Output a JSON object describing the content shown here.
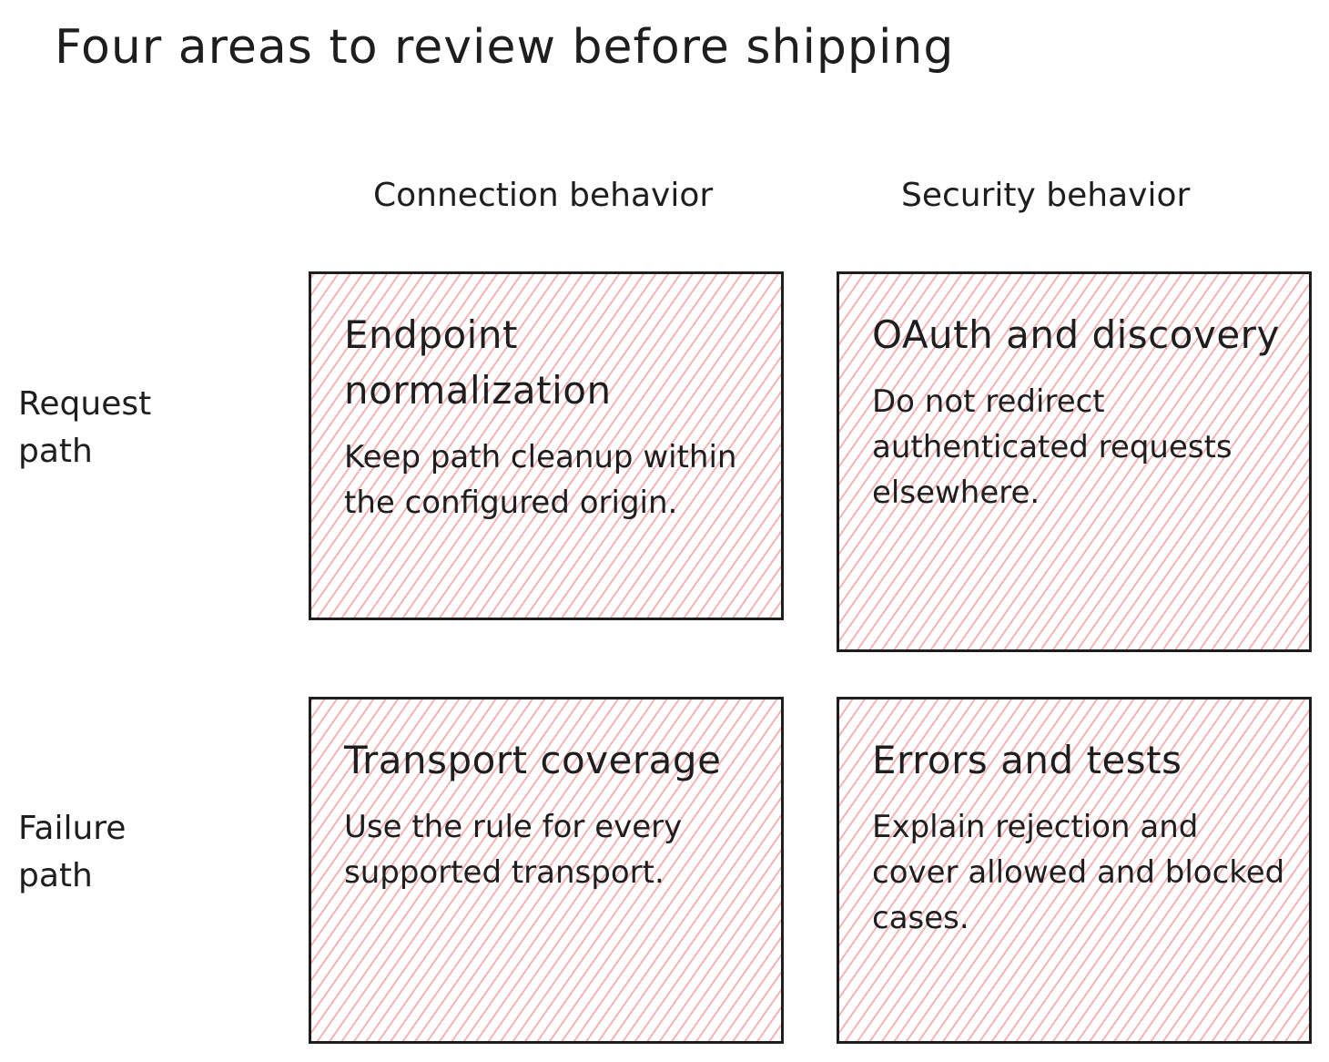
{
  "title": "Four areas to review before shipping",
  "columns": {
    "connection": "Connection behavior",
    "security": "Security behavior"
  },
  "rows": {
    "request": "Request path",
    "failure": "Failure path"
  },
  "cards": {
    "endpoint": {
      "title": "Endpoint normalization",
      "body": "Keep path cleanup within the configured origin."
    },
    "oauth": {
      "title": "OAuth and discovery",
      "body": "Do not redirect authenticated requests elsewhere."
    },
    "transport": {
      "title": "Transport coverage",
      "body": "Use the rule for every supported transport."
    },
    "errors": {
      "title": "Errors and tests",
      "body": "Explain rejection and cover allowed and blocked cases."
    }
  },
  "colors": {
    "stroke": "#1e1e1e",
    "hatch": "#f6b3b3",
    "background": "#ffffff"
  }
}
